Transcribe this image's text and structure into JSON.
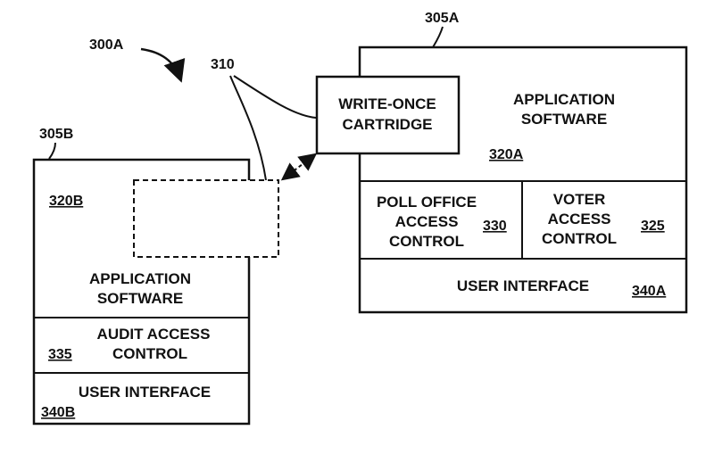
{
  "figure_label": "300A",
  "cartridge_ref": "310",
  "device_a": {
    "ref": "305A",
    "app_software": [
      "APPLICATION",
      "SOFTWARE"
    ],
    "app_software_num": "320A",
    "poll_office": [
      "POLL OFFICE",
      "ACCESS",
      "CONTROL"
    ],
    "poll_office_num": "330",
    "voter_access": [
      "VOTER",
      "ACCESS",
      "CONTROL"
    ],
    "voter_access_num": "325",
    "user_interface": "USER INTERFACE",
    "user_interface_num": "340A"
  },
  "device_b": {
    "ref": "305B",
    "app_software": [
      "APPLICATION",
      "SOFTWARE"
    ],
    "app_software_num": "320B",
    "audit_access": [
      "AUDIT ACCESS",
      "CONTROL"
    ],
    "audit_access_num": "335",
    "user_interface": "USER INTERFACE",
    "user_interface_num": "340B"
  },
  "cartridge": [
    "WRITE-ONCE",
    "CARTRIDGE"
  ]
}
